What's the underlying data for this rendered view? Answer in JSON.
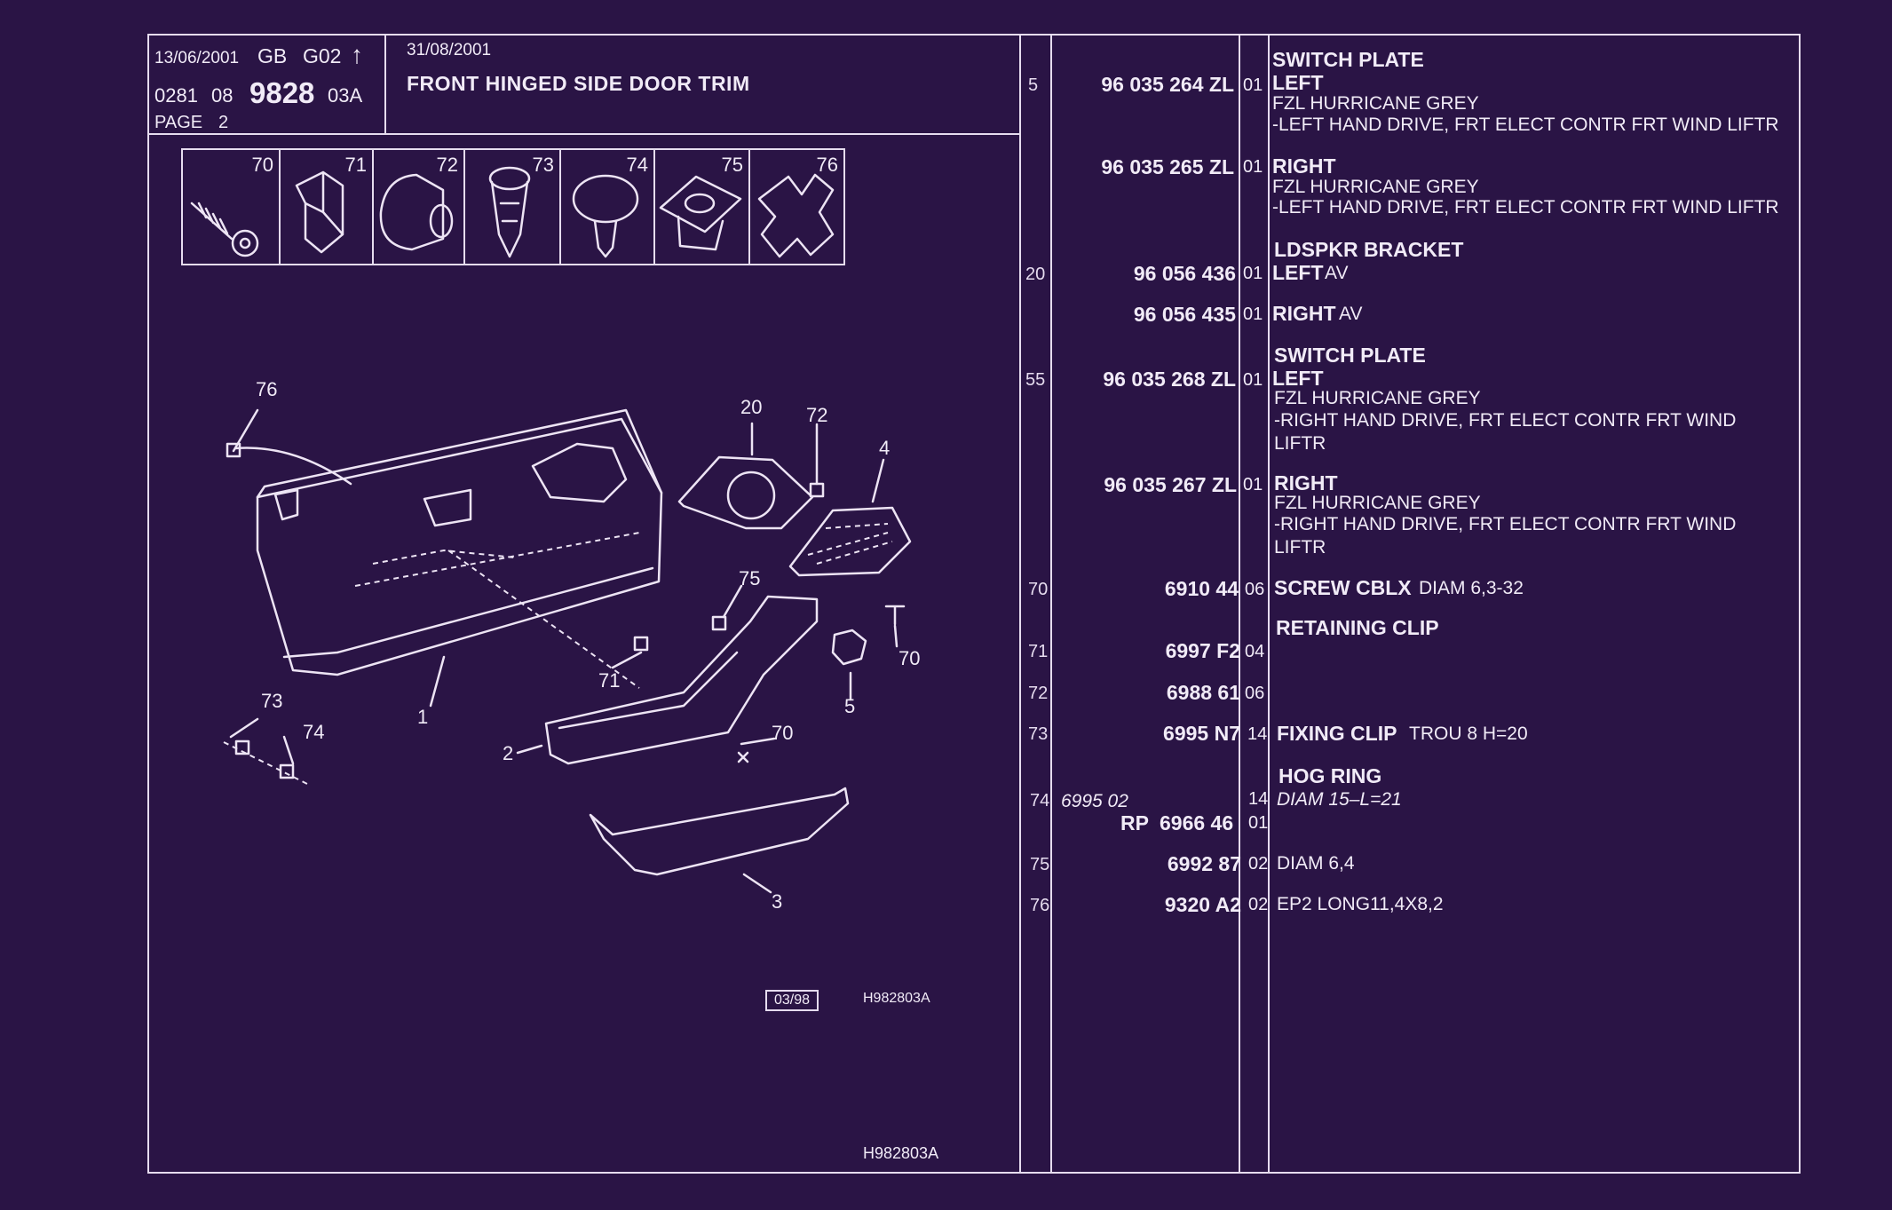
{
  "header": {
    "date_left": "13/06/2001",
    "market": "GB",
    "group": "G02",
    "arrow": "↑",
    "date_right": "31/08/2001",
    "code_a": "0281",
    "code_b": "08",
    "plate_number": "9828",
    "variant": "03A",
    "page_label": "PAGE",
    "page_number": "2",
    "title": "FRONT HINGED SIDE DOOR TRIM"
  },
  "icon_strip": [
    "70",
    "71",
    "72",
    "73",
    "74",
    "75",
    "76"
  ],
  "diagram": {
    "callouts": [
      "76",
      "20",
      "72",
      "4",
      "75",
      "70",
      "71",
      "1",
      "73",
      "74",
      "2",
      "70",
      "5",
      "3"
    ],
    "issue_box": "03/98",
    "drawing_ref": "H982803A",
    "footer_ref": "H982803A"
  },
  "parts": [
    {
      "ref": "5",
      "old": "",
      "prefix": "",
      "number": "96 035 264 ZL",
      "qty": "01",
      "head": "SWITCH PLATE",
      "bold": "LEFT",
      "extra": "",
      "lines": [
        "FZL HURRICANE GREY",
        "-LEFT HAND DRIVE, FRT ELECT CONTR FRT WIND LIFTR"
      ]
    },
    {
      "ref": "",
      "old": "",
      "prefix": "",
      "number": "96 035 265 ZL",
      "qty": "01",
      "head": "",
      "bold": "RIGHT",
      "extra": "",
      "lines": [
        "FZL HURRICANE GREY",
        "-LEFT HAND DRIVE, FRT ELECT CONTR FRT WIND LIFTR"
      ]
    },
    {
      "ref": "20",
      "old": "",
      "prefix": "",
      "number": "96 056 436",
      "qty": "01",
      "head": "LDSPKR BRACKET",
      "bold": "LEFT",
      "extra": "AV",
      "lines": []
    },
    {
      "ref": "",
      "old": "",
      "prefix": "",
      "number": "96 056 435",
      "qty": "01",
      "head": "",
      "bold": "RIGHT",
      "extra": "AV",
      "lines": []
    },
    {
      "ref": "55",
      "old": "",
      "prefix": "",
      "number": "96 035 268 ZL",
      "qty": "01",
      "head": "SWITCH PLATE",
      "bold": "LEFT",
      "extra": "",
      "lines": [
        "FZL HURRICANE GREY",
        "-RIGHT HAND DRIVE, FRT ELECT CONTR FRT WIND",
        "LIFTR"
      ]
    },
    {
      "ref": "",
      "old": "",
      "prefix": "",
      "number": "96 035 267 ZL",
      "qty": "01",
      "head": "",
      "bold": "RIGHT",
      "extra": "",
      "lines": [
        "FZL HURRICANE GREY",
        "-RIGHT HAND DRIVE, FRT ELECT CONTR FRT WIND",
        "LIFTR"
      ]
    },
    {
      "ref": "70",
      "old": "",
      "prefix": "",
      "number": "6910 44",
      "qty": "06",
      "head": "",
      "bold": "SCREW CBLX",
      "extra": "DIAM 6,3-32",
      "lines": []
    },
    {
      "ref": "71",
      "old": "",
      "prefix": "",
      "number": "6997 F2",
      "qty": "04",
      "head": "RETAINING CLIP",
      "bold": "",
      "extra": "",
      "lines": []
    },
    {
      "ref": "72",
      "old": "",
      "prefix": "",
      "number": "6988 61",
      "qty": "06",
      "head": "",
      "bold": "",
      "extra": "",
      "lines": []
    },
    {
      "ref": "73",
      "old": "",
      "prefix": "",
      "number": "6995 N7",
      "qty": "14",
      "head": "",
      "bold": "FIXING CLIP",
      "extra": "TROU 8 H=20",
      "lines": []
    },
    {
      "ref": "74",
      "old": "6995 02",
      "prefix": "",
      "number": "",
      "qty": "14",
      "head": "HOG RING",
      "bold": "",
      "extra": "",
      "italic": "DIAM 15–L=21",
      "lines": []
    },
    {
      "ref": "",
      "old": "",
      "prefix": "RP",
      "number": "6966 46",
      "qty": "01",
      "head": "",
      "bold": "",
      "extra": "",
      "lines": []
    },
    {
      "ref": "75",
      "old": "",
      "prefix": "",
      "number": "6992 87",
      "qty": "02",
      "head": "",
      "bold": "",
      "extra": "DIAM 6,4",
      "lines": []
    },
    {
      "ref": "76",
      "old": "",
      "prefix": "",
      "number": "9320 A2",
      "qty": "02",
      "head": "",
      "bold": "",
      "extra": "EP2 LONG11,4X8,2",
      "lines": []
    }
  ]
}
